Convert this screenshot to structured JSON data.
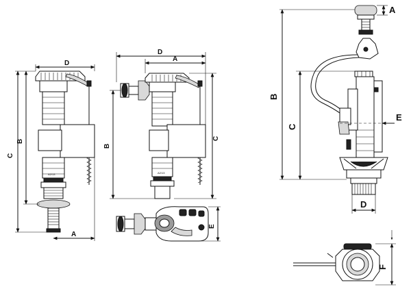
{
  "valve_front": {
    "dims": {
      "a": "A",
      "b": "B",
      "c": "C",
      "d": "D"
    },
    "body_mark": "A2/13"
  },
  "valve_side": {
    "dims": {
      "a": "A",
      "b": "B",
      "c": "C",
      "d": "D",
      "e": "E"
    },
    "body_mark": "A2/13"
  },
  "flush_valve": {
    "dims": {
      "a": "A",
      "b": "B",
      "c": "C",
      "d": "D",
      "e": "E",
      "f": "F"
    }
  }
}
